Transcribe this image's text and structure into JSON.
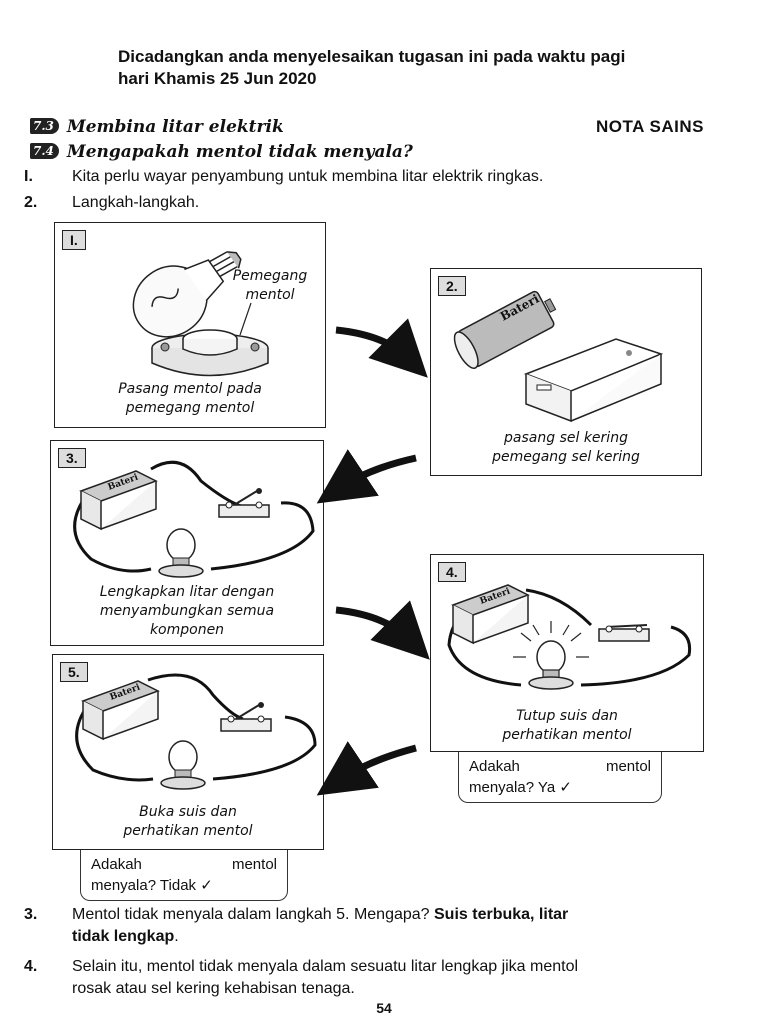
{
  "note": {
    "line1": "Dicadangkan anda menyelesaikan tugasan ini pada waktu pagi",
    "line2": "hari Khamis 25 Jun 2020"
  },
  "sections": [
    {
      "badge": "7.3",
      "title": "Membina litar elektrik"
    },
    {
      "badge": "7.4",
      "title": "Mengapakah mentol tidak menyala?"
    }
  ],
  "nota_label": "NOTA SAINS",
  "items": [
    {
      "num": "I.",
      "text": "Kita perlu wayar penyambung untuk membina litar elektrik ringkas."
    },
    {
      "num": "2.",
      "text": "Langkah-langkah."
    }
  ],
  "steps": [
    {
      "num": "I.",
      "caption1": "Pasang mentol pada",
      "caption2": "pemegang mentol",
      "label1": "Pemegang",
      "label2": "mentol"
    },
    {
      "num": "2.",
      "caption1": "pasang sel kering",
      "caption2": "pemegang sel kering",
      "battery_label": "Bateri"
    },
    {
      "num": "3.",
      "caption1": "Lengkapkan litar dengan",
      "caption2": "menyambungkan semua",
      "caption3": "komponen",
      "battery_label": "Bateri"
    },
    {
      "num": "4.",
      "caption1": "Tutup suis dan",
      "caption2": "perhatikan mentol",
      "battery_label": "Bateri",
      "q1": "Adakah",
      "q2": "mentol",
      "q3": "menyala? Ya ✓"
    },
    {
      "num": "5.",
      "caption1": "Buka suis dan",
      "caption2": "perhatikan mentol",
      "battery_label": "Bateri",
      "q1": "Adakah",
      "q2": "mentol",
      "q3": "menyala? Tidak ✓"
    }
  ],
  "item3": {
    "num": "3.",
    "text": "Mentol tidak menyala dalam langkah 5. Mengapa? ",
    "answer1": "Suis terbuka, litar",
    "answer2": "tidak lengkap",
    "end": "."
  },
  "item4": {
    "num": "4.",
    "line1": "Selain itu, mentol tidak menyala dalam sesuatu litar lengkap jika mentol",
    "line2": "rosak atau sel kering kehabisan tenaga."
  },
  "page_number": "54"
}
